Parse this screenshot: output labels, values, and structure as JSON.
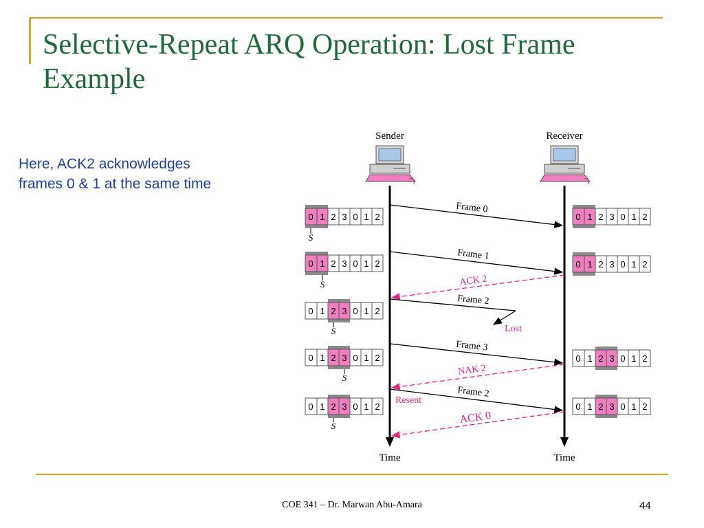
{
  "slide": {
    "title": "Selective-Repeat ARQ Operation: Lost Frame Example",
    "note_line1": "Here, ACK2 acknowledges",
    "note_line2": "frames 0 & 1 at the same time",
    "footer": "COE 341 – Dr. Marwan Abu-Amara",
    "page_number": "44"
  },
  "diagram": {
    "sender_label": "Sender",
    "receiver_label": "Receiver",
    "time_label": "Time",
    "lost_label": "Lost",
    "resent_label": "Resent",
    "pointer_label": "S",
    "sequence": [
      "0",
      "1",
      "2",
      "3",
      "0",
      "1",
      "2"
    ],
    "messages": [
      {
        "label": "Frame 0",
        "direction": "sender-to-receiver",
        "status": "delivered"
      },
      {
        "label": "Frame 1",
        "direction": "sender-to-receiver",
        "status": "delivered"
      },
      {
        "label": "ACK 2",
        "direction": "receiver-to-sender",
        "status": "delivered"
      },
      {
        "label": "Frame 2",
        "direction": "sender-to-receiver",
        "status": "lost"
      },
      {
        "label": "Frame 3",
        "direction": "sender-to-receiver",
        "status": "delivered"
      },
      {
        "label": "NAK 2",
        "direction": "receiver-to-sender",
        "status": "delivered"
      },
      {
        "label": "Frame 2",
        "direction": "sender-to-receiver",
        "status": "resent"
      },
      {
        "label": "ACK 0",
        "direction": "receiver-to-sender",
        "status": "delivered"
      }
    ],
    "colors": {
      "window_highlight": "#f07fc0",
      "window_border": "#8a8a8a",
      "ack_color": "#e0257f",
      "frame_color": "#000000"
    }
  }
}
